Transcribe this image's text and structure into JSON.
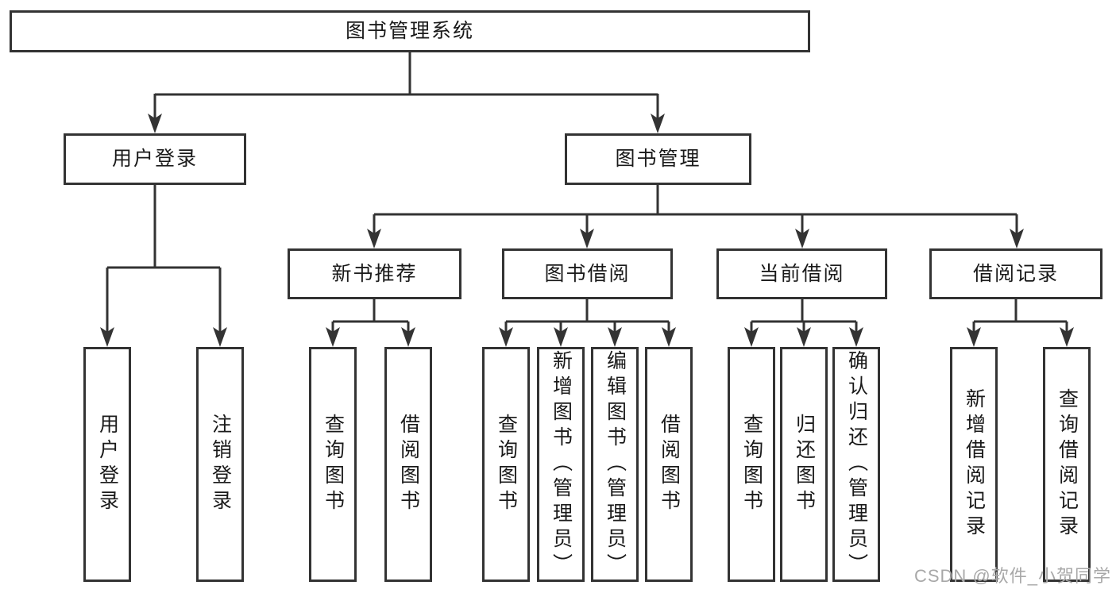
{
  "tree": {
    "label": "图书管理系统",
    "children": [
      {
        "label": "用户登录",
        "children": [
          {
            "label": "用户登录"
          },
          {
            "label": "注销登录"
          }
        ]
      },
      {
        "label": "图书管理",
        "children": [
          {
            "label": "新书推荐",
            "children": [
              {
                "label": "查询图书"
              },
              {
                "label": "借阅图书"
              }
            ]
          },
          {
            "label": "图书借阅",
            "children": [
              {
                "label": "查询图书"
              },
              {
                "label": "新增图书（管理员）"
              },
              {
                "label": "编辑图书（管理员）"
              },
              {
                "label": "借阅图书"
              }
            ]
          },
          {
            "label": "当前借阅",
            "children": [
              {
                "label": "查询图书"
              },
              {
                "label": "归还图书"
              },
              {
                "label": "确认归还（管理员）"
              }
            ]
          },
          {
            "label": "借阅记录",
            "children": [
              {
                "label": "新增借阅记录"
              },
              {
                "label": "查询借阅记录"
              }
            ]
          }
        ]
      }
    ]
  },
  "watermark": {
    "text": "CSDN @软件_小贺同学"
  },
  "colors": {
    "line": "#333333",
    "box_border": "#333333",
    "text": "#1a1a1a",
    "watermark": "#a8a8a8",
    "background": "#ffffff"
  }
}
